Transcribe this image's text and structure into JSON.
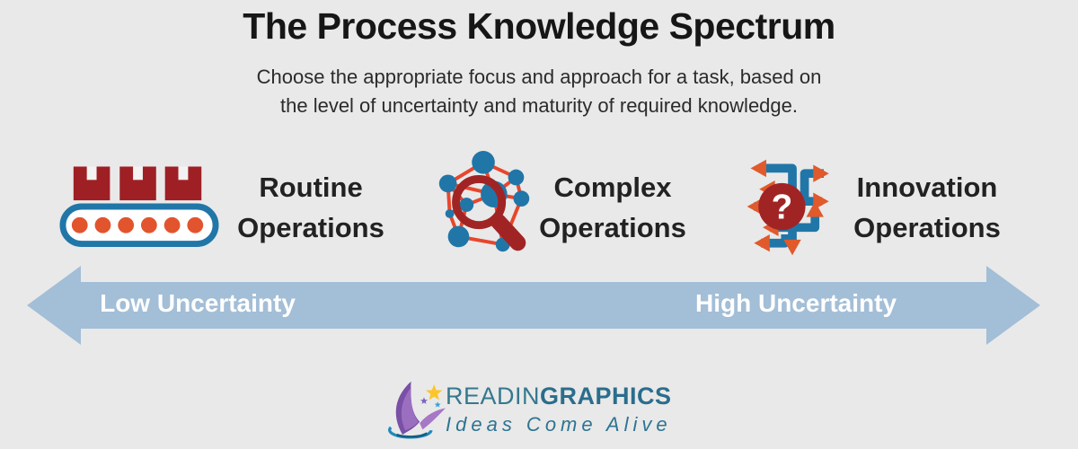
{
  "title": "The Process Knowledge Spectrum",
  "subtitle": {
    "line1": "Choose the appropriate focus and approach for a task, based on",
    "line2": "the level of uncertainty and maturity of required knowledge."
  },
  "spectrum": {
    "items": [
      {
        "icon": "conveyor-belt-icon",
        "line1": "Routine",
        "line2": "Operations"
      },
      {
        "icon": "network-magnifier-icon",
        "line1": "Complex",
        "line2": "Operations"
      },
      {
        "icon": "maze-question-icon",
        "line1": "Innovation",
        "line2": "Operations"
      }
    ],
    "question_mark": "?",
    "axis": {
      "left_label": "Low Uncertainty",
      "right_label": "High Uncertainty"
    }
  },
  "branding": {
    "name_regular": "READIN",
    "name_bold": "GRAPHICS",
    "tagline": "Ideas Come Alive"
  },
  "colors": {
    "background": "#e9e9e9",
    "heading_text": "#161616",
    "label_text": "#222222",
    "dark_red": "#a12424",
    "box_red": "#9e2025",
    "orange": "#e2542e",
    "net_line_orange": "#e8462c",
    "blue": "#2176a8",
    "axis_arrow_blue": "#a3bed7",
    "axis_text": "#ffffff",
    "logo_teal": "#2e7492",
    "logo_purple": "#7a4fa6",
    "star_yellow": "#fbc52d"
  }
}
